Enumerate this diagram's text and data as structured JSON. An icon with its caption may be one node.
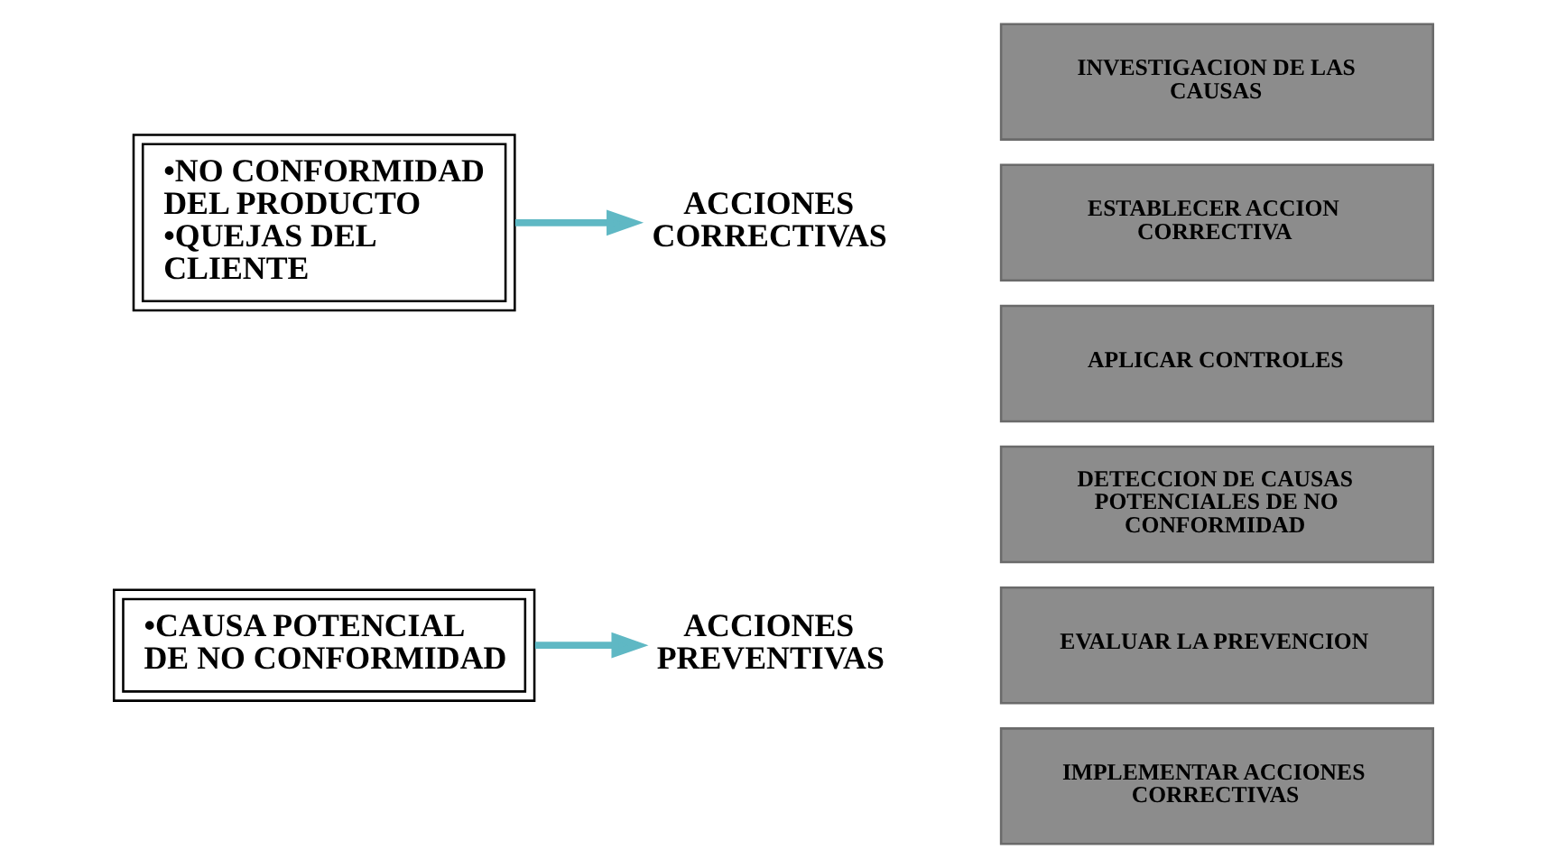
{
  "diagram": {
    "nodes": [
      {
        "text": [
          "•NO CONFORMIDAD DEL PRODUCTO",
          "•QUEJAS DEL CLIENTE"
        ]
      },
      {
        "text": [
          "ACCIONES CORRECTIVAS"
        ]
      },
      {
        "text": [
          "INVESTIGACION DE LAS CAUSAS"
        ]
      },
      {
        "text": [
          "ESTABLECER ACCION CORRECTIVA"
        ]
      },
      {
        "text": [
          "APLICAR CONTROLES"
        ]
      },
      {
        "text": [
          "•CAUSA POTENCIAL DE NO CONFORMIDAD"
        ]
      },
      {
        "text": [
          "ACCIONES PREVENTIVAS"
        ]
      },
      {
        "text": [
          "DETECCION DE CAUSAS POTENCIALES DE NO CONFORMIDAD"
        ]
      },
      {
        "text": [
          "EVALUAR LA PREVENCION"
        ]
      },
      {
        "text": [
          "IMPLEMENTAR ACCIONES CORRECTIVAS"
        ]
      }
    ],
    "edges": [
      {
        "from": 0,
        "to": 1,
        "arrow": "to"
      },
      {
        "from": 5,
        "to": 6,
        "arrow": "to"
      }
    ]
  }
}
